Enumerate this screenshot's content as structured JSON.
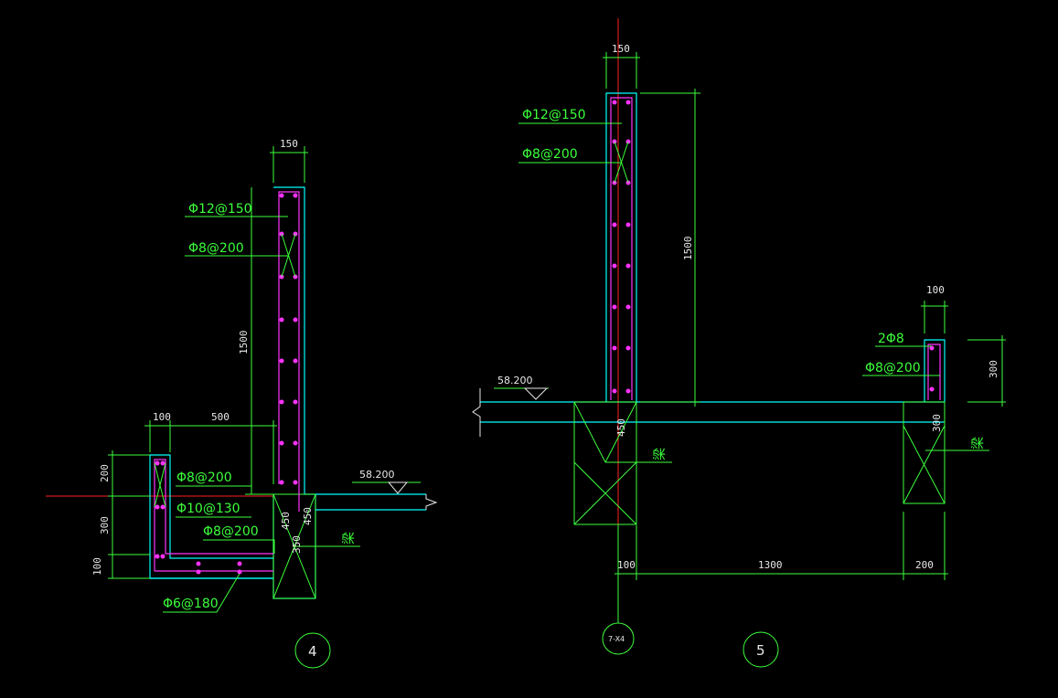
{
  "colors": {
    "background": "#000000",
    "outline": "#3cff3c",
    "concrete": "#00ffff",
    "rebar": "#ff33ff",
    "axis": "#ff2020",
    "text": "#e8e8e8"
  },
  "detail4": {
    "number": "4",
    "dims": {
      "top_width": "150",
      "height": "1500",
      "ledge_width": "100",
      "span": "500",
      "d200": "200",
      "d300": "300",
      "d100": "100",
      "d450a": "450",
      "d450b": "450",
      "d350": "350"
    },
    "labels": {
      "phi12": "Φ12@150",
      "phi8_a": "Φ8@200",
      "phi8_b": "Φ8@200",
      "phi10": "Φ10@130",
      "phi8_c": "Φ8@200",
      "phi6": "Φ6@180",
      "beam": "梁"
    },
    "elevation": "58.200"
  },
  "detail5": {
    "number": "5",
    "grid_axis": "7-X4",
    "dims": {
      "top_width": "150",
      "height": "1500",
      "small_width": "100",
      "small_height": "300",
      "beam_depth": "450",
      "beam_depth_b": "300",
      "bottom_100": "100",
      "bottom_1300": "1300",
      "bottom_200": "200"
    },
    "labels": {
      "phi12": "Φ12@150",
      "phi8": "Φ8@200",
      "two_phi8": "2Φ8",
      "phi8_b": "Φ8@200",
      "beam_a": "梁",
      "beam_b": "梁"
    },
    "elevation": "58.200"
  }
}
